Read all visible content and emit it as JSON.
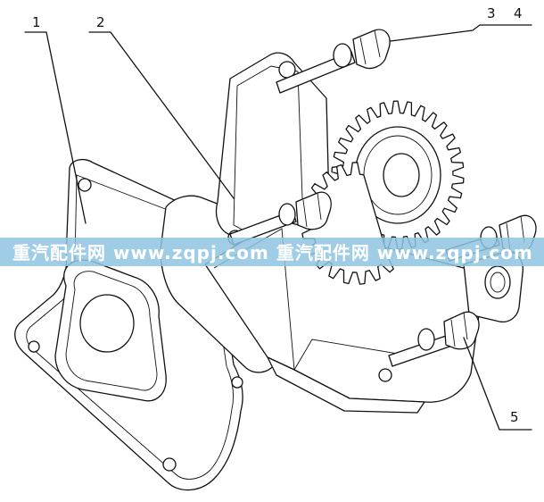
{
  "callouts": [
    {
      "id": "c1",
      "text": "1"
    },
    {
      "id": "c2",
      "text": "2"
    },
    {
      "id": "c3",
      "text": "3"
    },
    {
      "id": "c4",
      "text": "4"
    },
    {
      "id": "c5",
      "text": "5"
    }
  ],
  "watermark": {
    "text": "重汽配件网  www.zqpj.com  重汽配件网  www.zqpj.com",
    "band_color": "#8fc4e2",
    "text_color": "#ffffff"
  },
  "line_color": "#111111",
  "background": "#ffffff"
}
